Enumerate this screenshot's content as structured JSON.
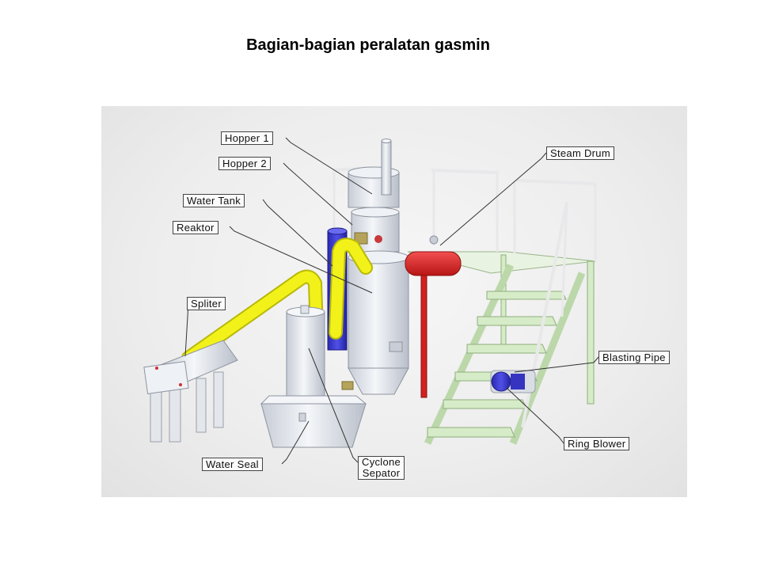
{
  "title": "Bagian-bagian peralatan gasmin",
  "labels": {
    "hopper_1": "Hopper 1",
    "hopper_2": "Hopper 2",
    "water_tank": "Water Tank",
    "reaktor": "Reaktor",
    "spliter": "Spliter",
    "steam_drum": "Steam Drum",
    "blasting_pipe": "Blasting Pipe",
    "ring_blower": "Ring Blower",
    "water_seal": "Water Seal",
    "cyclone_line1": "Cyclone",
    "cyclone_line2": "Sepator"
  },
  "colors": {
    "yellow_pipe": "#f2f21a",
    "red_drum": "#e52020",
    "stair_green": "#d6ecc8",
    "steel": "#dfe3ea",
    "blue_tank": "#3a3ad0"
  }
}
